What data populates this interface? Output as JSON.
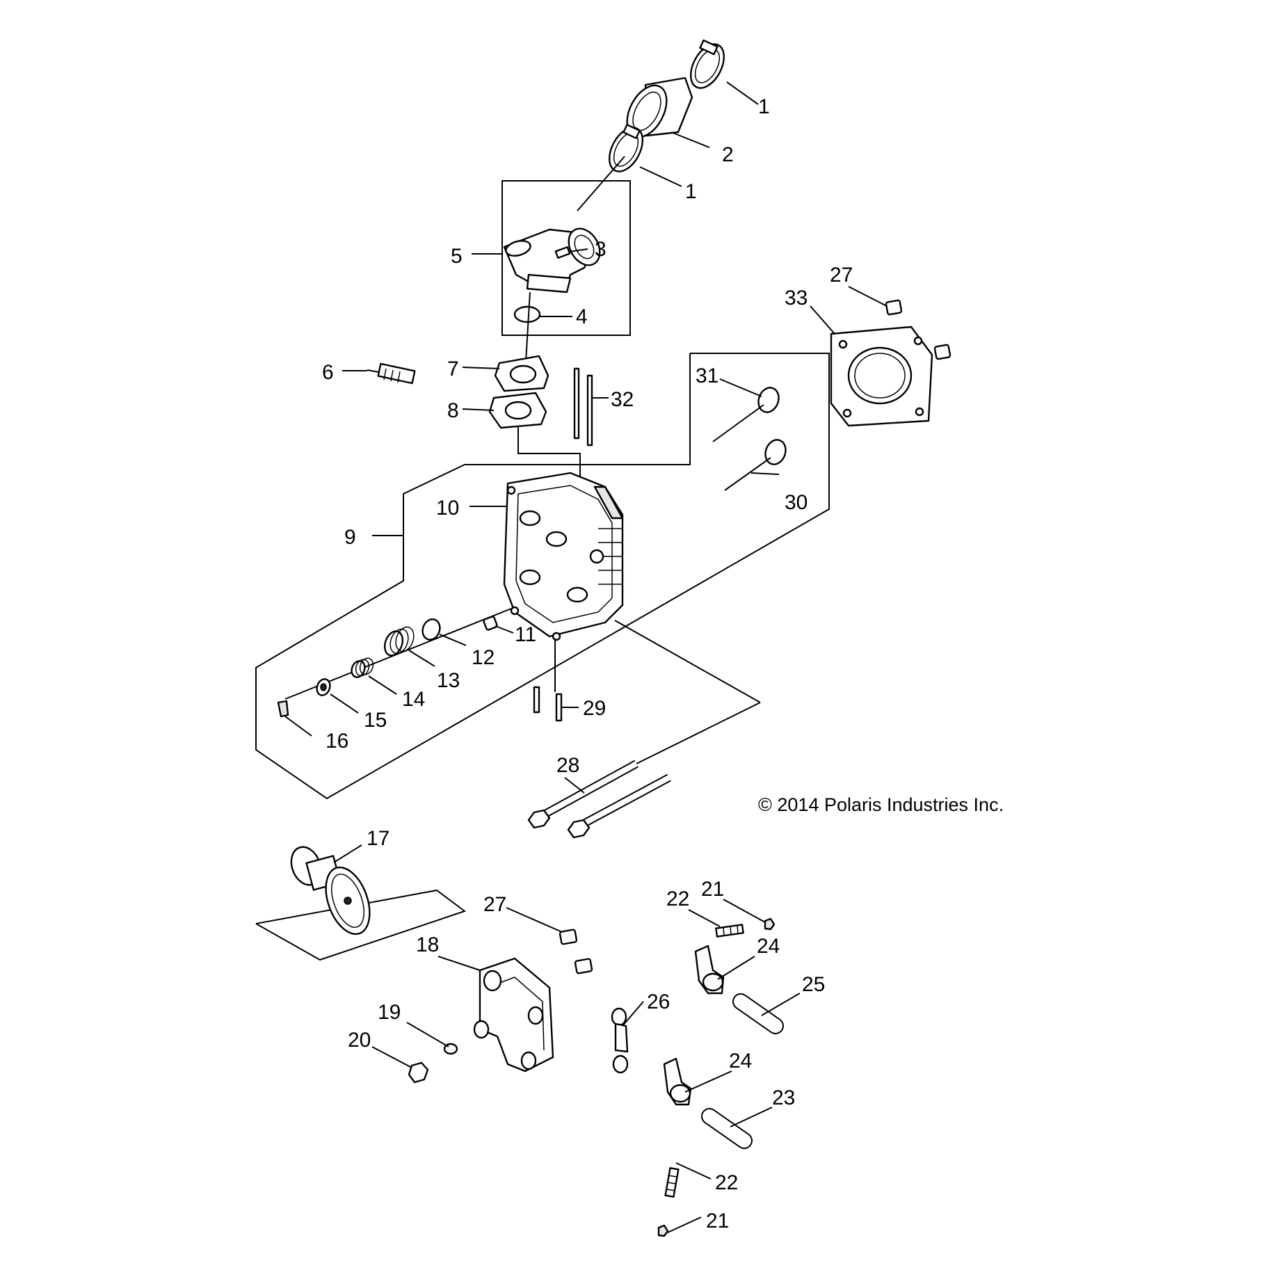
{
  "copyright": "© 2014 Polaris Industries Inc.",
  "callouts": {
    "c1a": "1",
    "c2": "2",
    "c1b": "1",
    "c3": "3",
    "c5": "5",
    "c4": "4",
    "c6": "6",
    "c7": "7",
    "c8": "8",
    "c32": "32",
    "c27a": "27",
    "c33": "33",
    "c31": "31",
    "c30": "30",
    "c10": "10",
    "c9": "9",
    "c11": "11",
    "c12": "12",
    "c13": "13",
    "c14": "14",
    "c15": "15",
    "c16": "16",
    "c29": "29",
    "c28": "28",
    "c17": "17",
    "c27b": "27",
    "c18": "18",
    "c19": "19",
    "c20": "20",
    "c22a": "22",
    "c21a": "21",
    "c24a": "24",
    "c25": "25",
    "c26": "26",
    "c24b": "24",
    "c23": "23",
    "c22b": "22",
    "c21b": "21"
  }
}
